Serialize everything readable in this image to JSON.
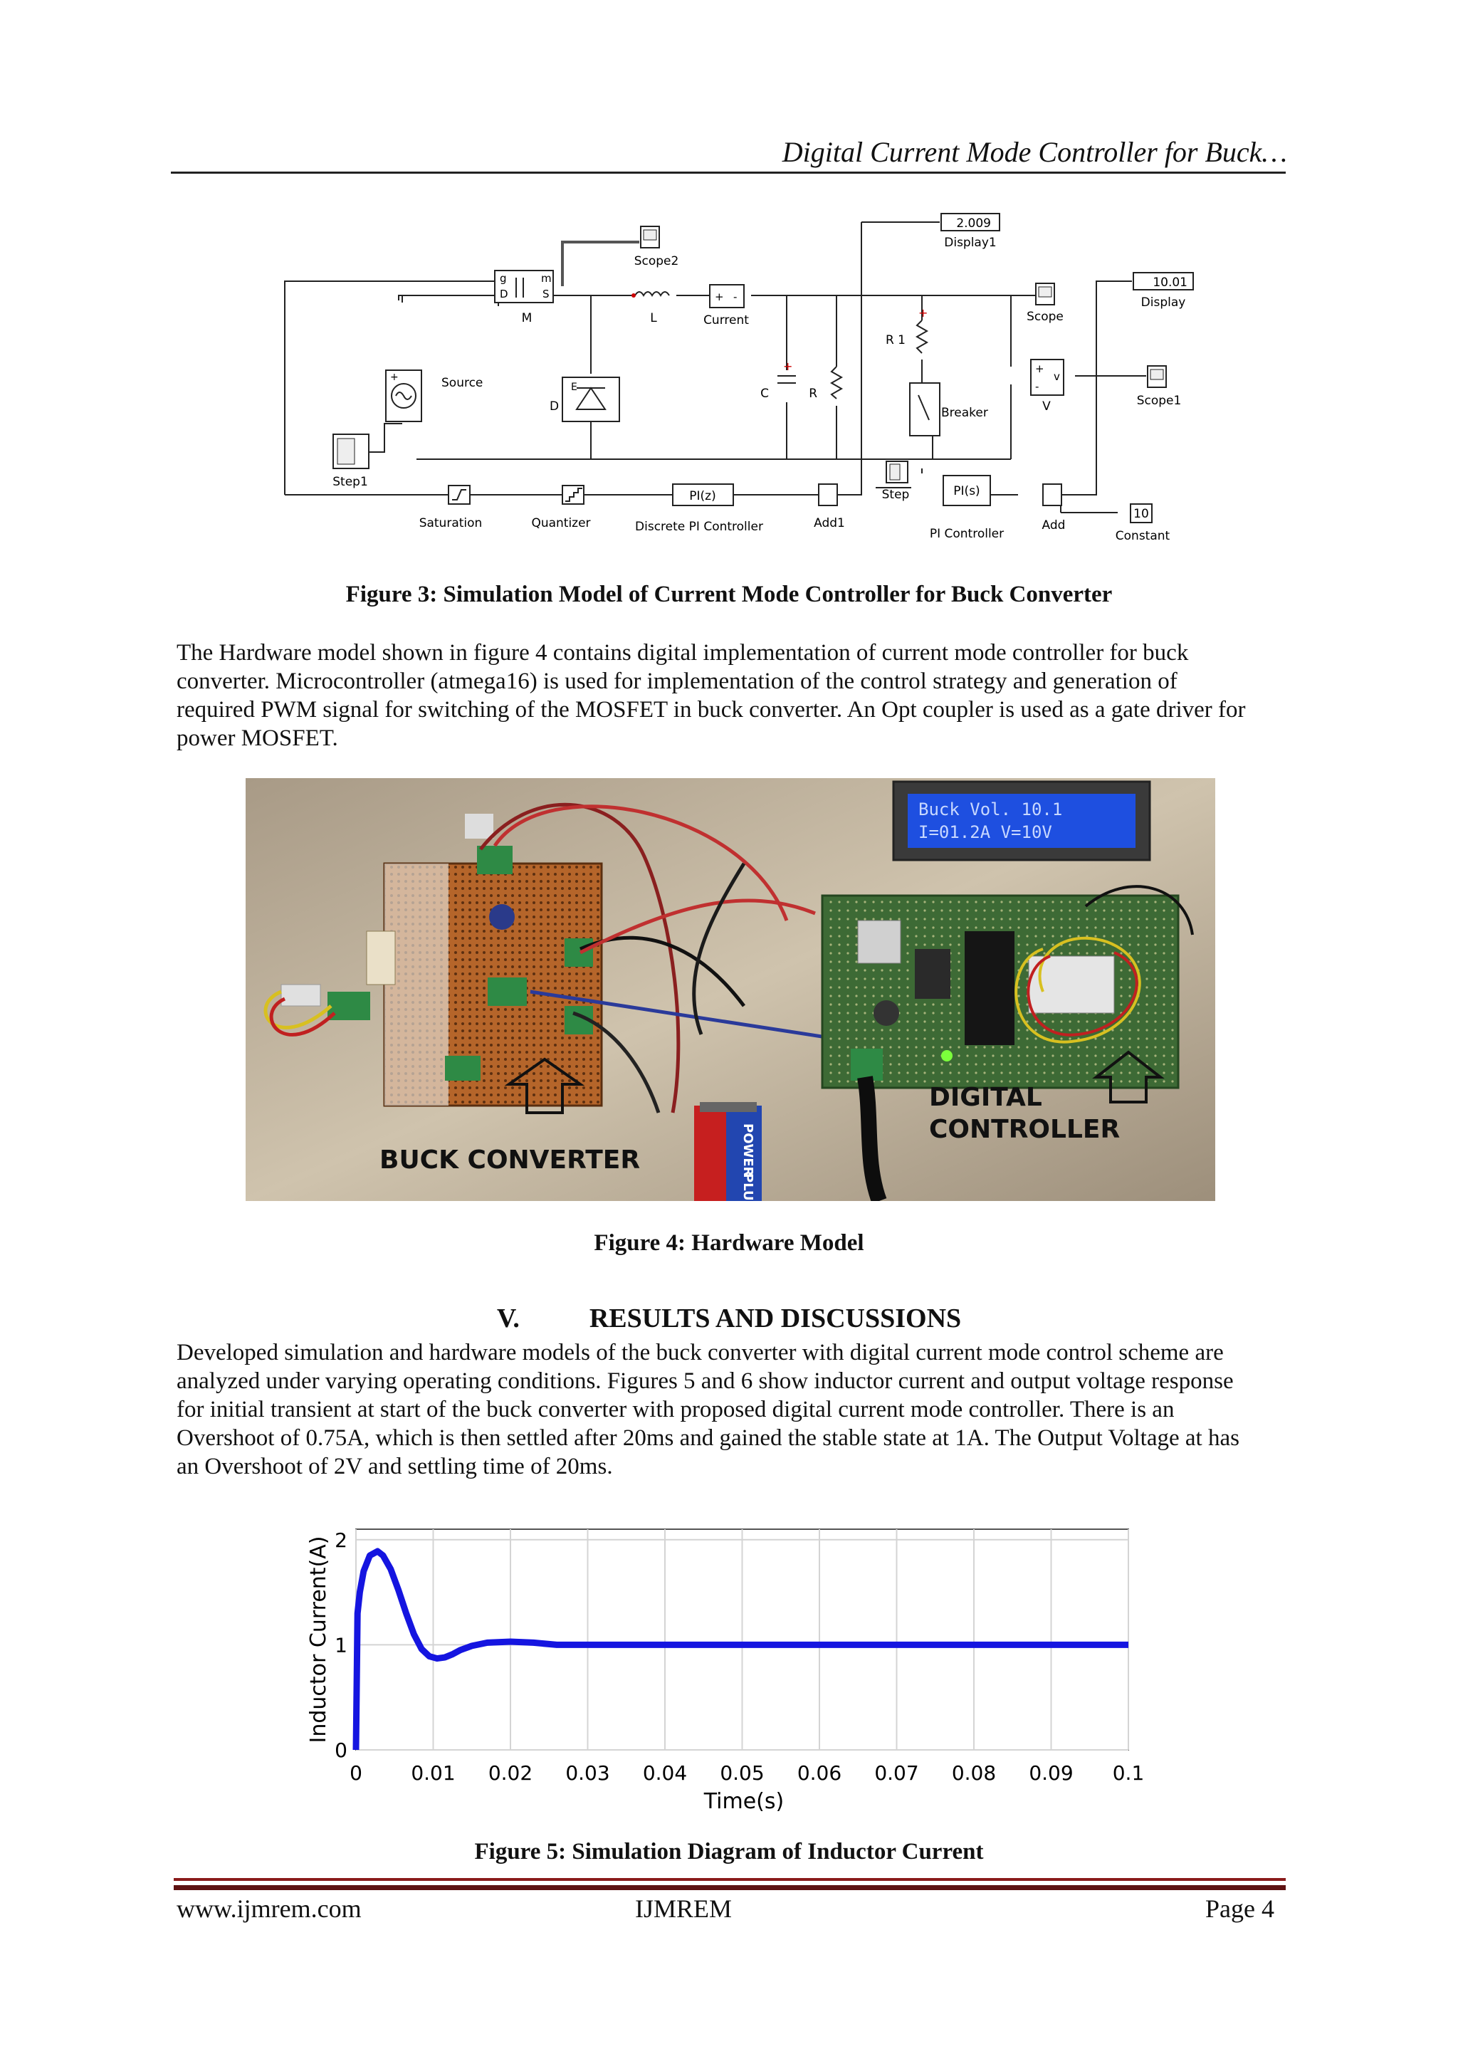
{
  "header": {
    "running_title": "Digital Current Mode Controller for Buck…"
  },
  "figure3": {
    "caption": "Figure 3: Simulation Model of Current Mode Controller for Buck Converter",
    "blocks": {
      "display1_value": "2.009",
      "display1_label": "Display1",
      "display_value": "10.01",
      "display_label": "Display",
      "scope2": "Scope2",
      "scope": "Scope",
      "scope1": "Scope1",
      "mosfet": "M",
      "inductor": "L",
      "current": "Current",
      "source": "Source",
      "diode": "D",
      "capacitor": "C",
      "resistor": "R",
      "r1": "R 1",
      "breaker": "Breaker",
      "voltmeter": "V",
      "step1": "Step1",
      "step": "Step",
      "saturation": "Saturation",
      "quantizer": "Quantizer",
      "pi_z": "PI(z)",
      "discrete_pi": "Discrete PI Controller",
      "add1": "Add1",
      "pi_s": "PI(s)",
      "pi_controller": "PI Controller",
      "add": "Add",
      "constant_value": "10",
      "constant": "Constant"
    }
  },
  "paragraph1": [
    "The Hardware model shown in figure 4 contains digital implementation of current mode controller for buck",
    "converter.  Microcontroller (atmega16) is used for implementation of the control strategy and generation of",
    "required PWM signal for switching of the MOSFET in buck converter. An Opt coupler is used as a gate driver for",
    "power MOSFET."
  ],
  "figure4": {
    "caption": "Figure 4: Hardware Model",
    "label_left": "BUCK CONVERTER",
    "label_right_1": "DIGITAL",
    "label_right_2": "CONTROLLER",
    "battery_text_1": "POWER",
    "battery_text_2": "PLUS",
    "lcd_line1": "Buck  Vol. 10.1",
    "lcd_line2": "I=01.2A   V=10V"
  },
  "section": {
    "number": "V.",
    "title": "RESULTS AND DISCUSSIONS"
  },
  "paragraph2": [
    "Developed simulation and hardware models of the buck converter with digital current mode control scheme are",
    "analyzed under varying operating conditions. Figures 5 and 6 show inductor current and output voltage response",
    "for initial transient at start of the buck converter with proposed digital current mode controller. There is an",
    "Overshoot of 0.75A, which is then settled after 20ms and gained the stable state at 1A. The Output Voltage at has",
    "an Overshoot of 2V and settling time of 20ms."
  ],
  "figure5": {
    "caption": "Figure 5: Simulation Diagram of Inductor Current"
  },
  "chart_data": {
    "type": "line",
    "title": "",
    "xlabel": "Time(s)",
    "ylabel": "Inductor Current(A)",
    "xlim": [
      0,
      0.1
    ],
    "ylim": [
      0,
      2.1
    ],
    "xticks": [
      "0",
      "0.01",
      "0.02",
      "0.03",
      "0.04",
      "0.05",
      "0.06",
      "0.07",
      "0.08",
      "0.09",
      "0.1"
    ],
    "yticks": [
      "0",
      "1",
      "2"
    ],
    "grid": true,
    "color": "#1515e0",
    "x": [
      0,
      0.0002,
      0.0005,
      0.001,
      0.0018,
      0.0028,
      0.0035,
      0.0045,
      0.0055,
      0.0065,
      0.0075,
      0.0085,
      0.0095,
      0.0105,
      0.0115,
      0.0125,
      0.0135,
      0.015,
      0.017,
      0.02,
      0.023,
      0.026,
      0.03,
      0.04,
      0.05,
      0.06,
      0.07,
      0.08,
      0.09,
      0.1
    ],
    "y": [
      0,
      1.3,
      1.5,
      1.7,
      1.85,
      1.89,
      1.85,
      1.72,
      1.52,
      1.3,
      1.1,
      0.96,
      0.89,
      0.87,
      0.88,
      0.91,
      0.95,
      0.99,
      1.02,
      1.03,
      1.02,
      1.0,
      1.0,
      1.0,
      1.0,
      1.0,
      1.0,
      1.0,
      1.0,
      1.0
    ]
  },
  "footer": {
    "website": "www.ijmrem.com",
    "journal": "IJMREM",
    "page": "Page 4"
  }
}
